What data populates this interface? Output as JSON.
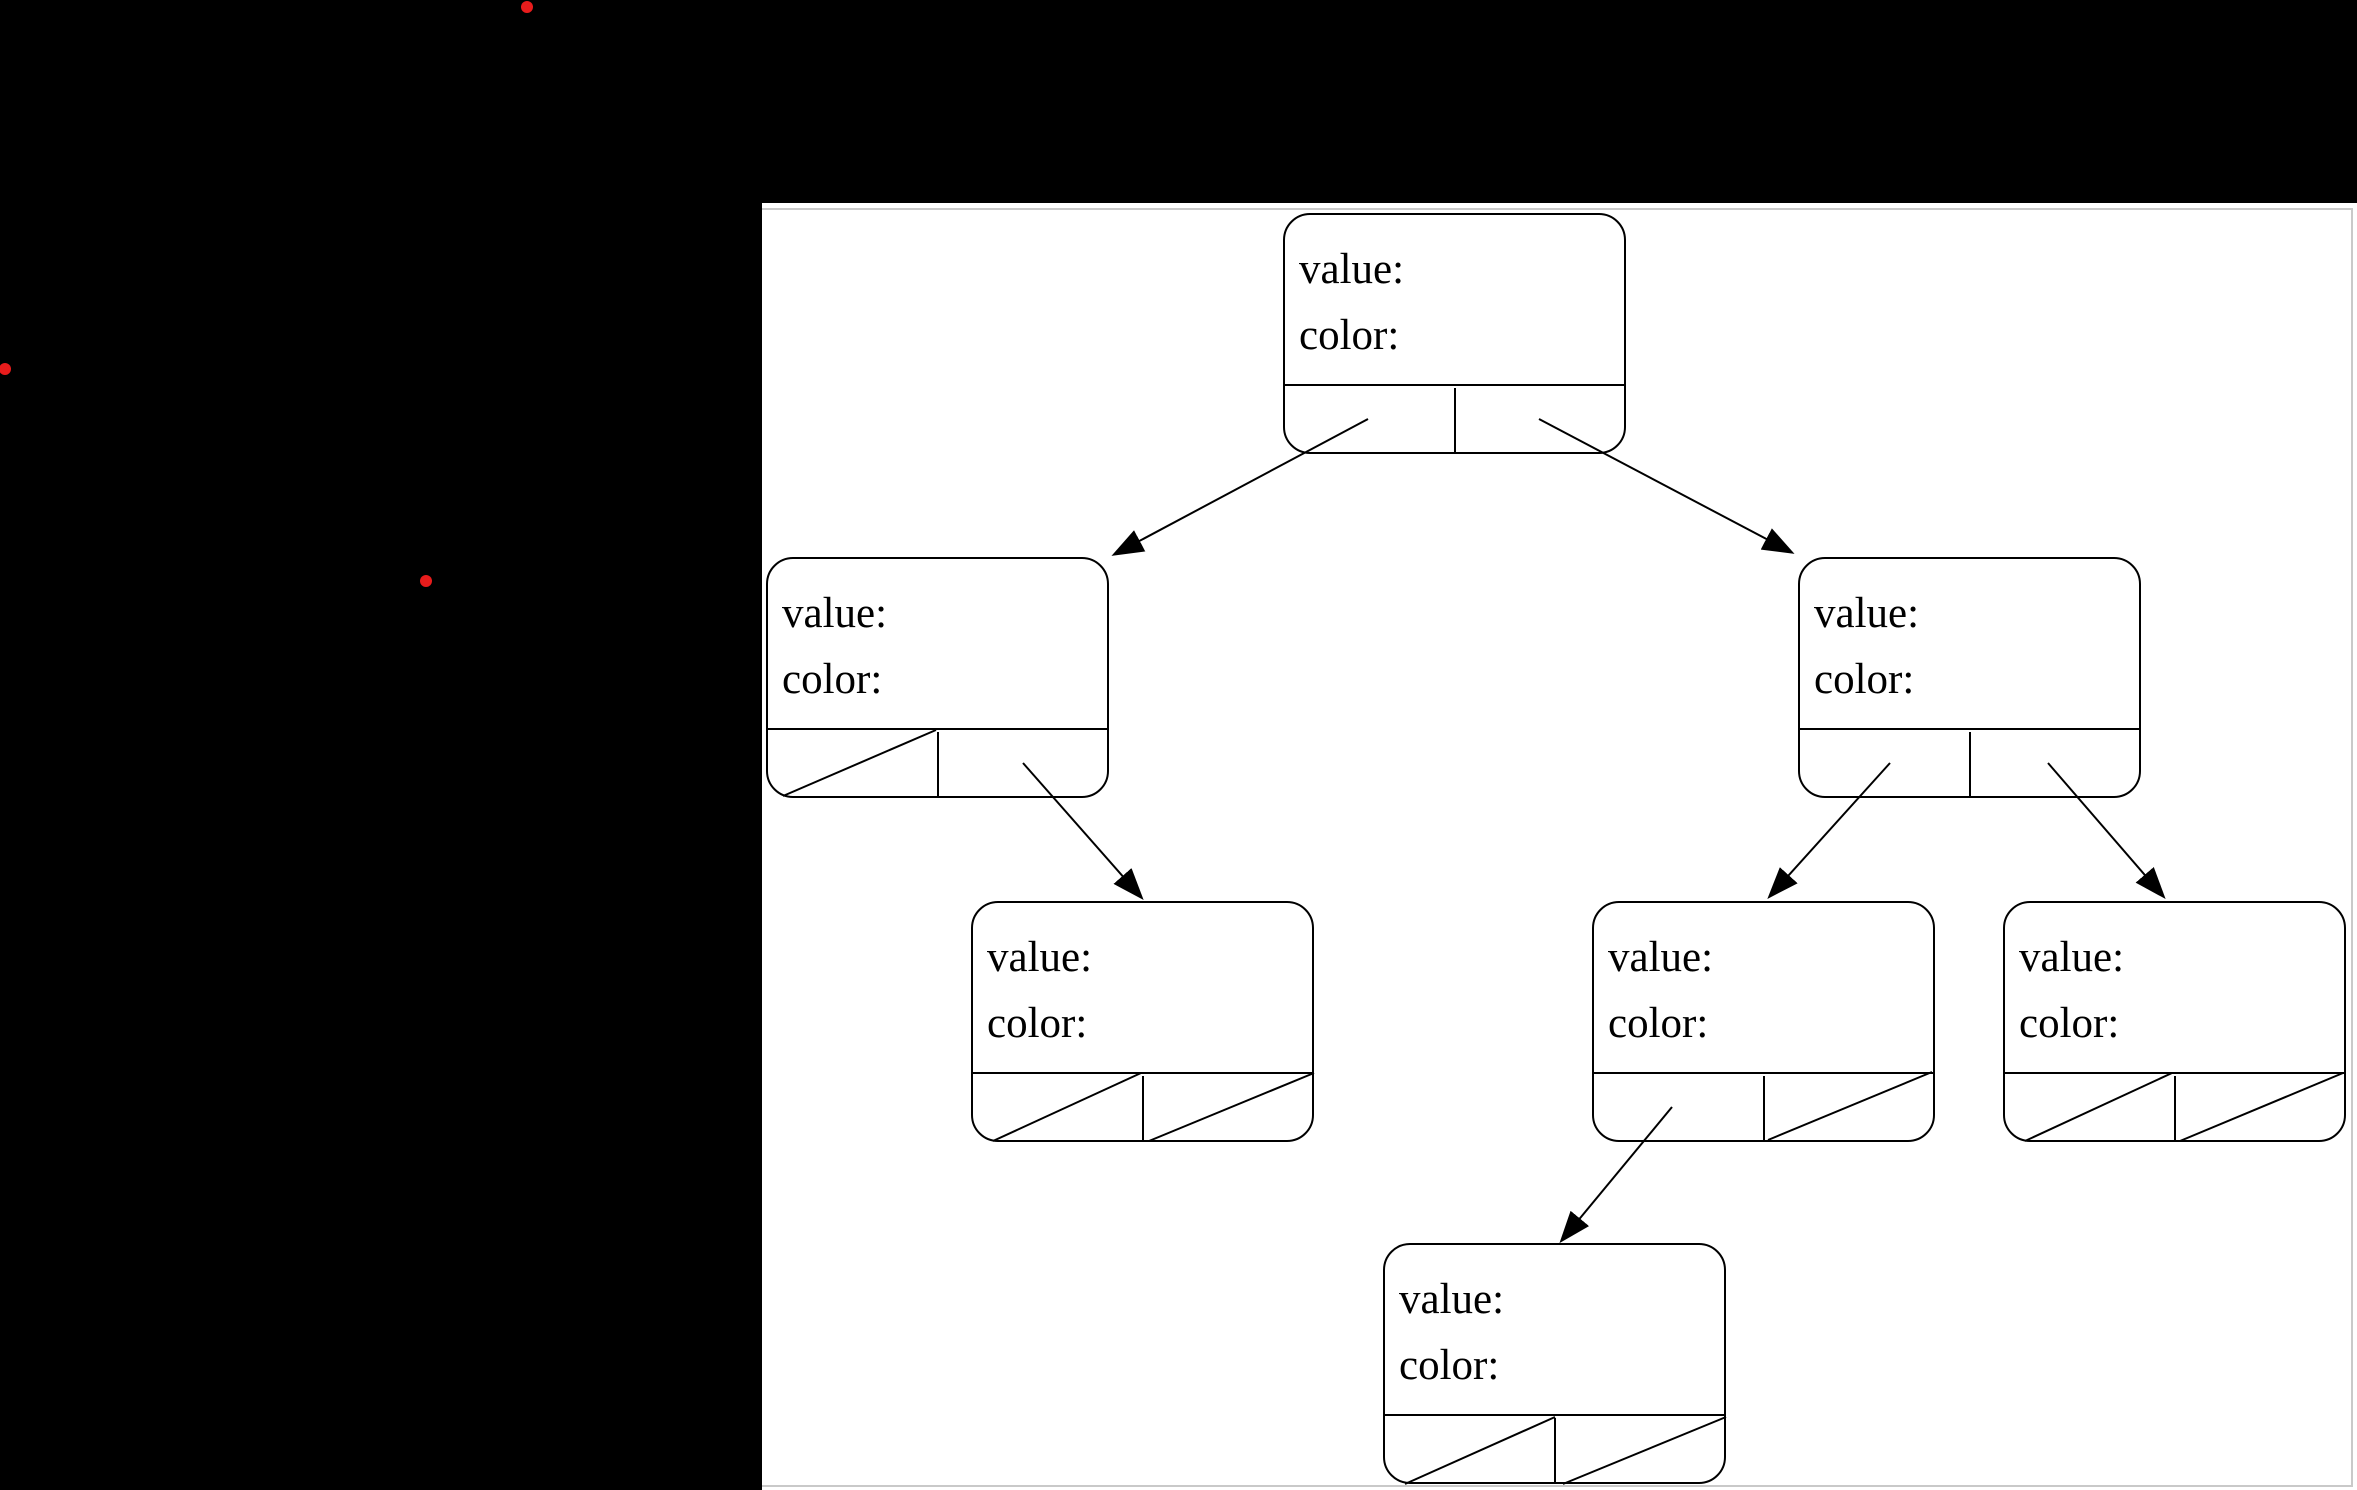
{
  "colors": {
    "background": "#000000",
    "panel": "#ffffff",
    "panel_border": "#c9c9c9",
    "line": "#000000",
    "text": "#000000",
    "dot": "#e81c1c"
  },
  "node_labels": {
    "value": "value:",
    "color": "color:"
  },
  "diagram": {
    "type": "binary-tree",
    "node_count": 7,
    "nodes": [
      {
        "id": "root",
        "fields": [
          "value:",
          "color:"
        ],
        "left_pointer": "child",
        "right_pointer": "child"
      },
      {
        "id": "left-child",
        "fields": [
          "value:",
          "color:"
        ],
        "left_pointer": "null",
        "right_pointer": "child"
      },
      {
        "id": "right-child",
        "fields": [
          "value:",
          "color:"
        ],
        "left_pointer": "child",
        "right_pointer": "child"
      },
      {
        "id": "left-right-grandchild",
        "fields": [
          "value:",
          "color:"
        ],
        "left_pointer": "null",
        "right_pointer": "null"
      },
      {
        "id": "right-left-grandchild",
        "fields": [
          "value:",
          "color:"
        ],
        "left_pointer": "child",
        "right_pointer": "null"
      },
      {
        "id": "right-right-grandchild",
        "fields": [
          "value:",
          "color:"
        ],
        "left_pointer": "null",
        "right_pointer": "null"
      },
      {
        "id": "right-left-left-greatgrandchild",
        "fields": [
          "value:",
          "color:"
        ],
        "left_pointer": "null",
        "right_pointer": "null"
      }
    ],
    "edges": [
      {
        "from": "root",
        "pointer": "left",
        "to": "left-child"
      },
      {
        "from": "root",
        "pointer": "right",
        "to": "right-child"
      },
      {
        "from": "left-child",
        "pointer": "right",
        "to": "left-right-grandchild"
      },
      {
        "from": "right-child",
        "pointer": "left",
        "to": "right-left-grandchild"
      },
      {
        "from": "right-child",
        "pointer": "right",
        "to": "right-right-grandchild"
      },
      {
        "from": "right-left-grandchild",
        "pointer": "left",
        "to": "right-left-left-greatgrandchild"
      }
    ]
  },
  "markers": {
    "dot_count": 3,
    "dot_color": "#e81c1c"
  }
}
